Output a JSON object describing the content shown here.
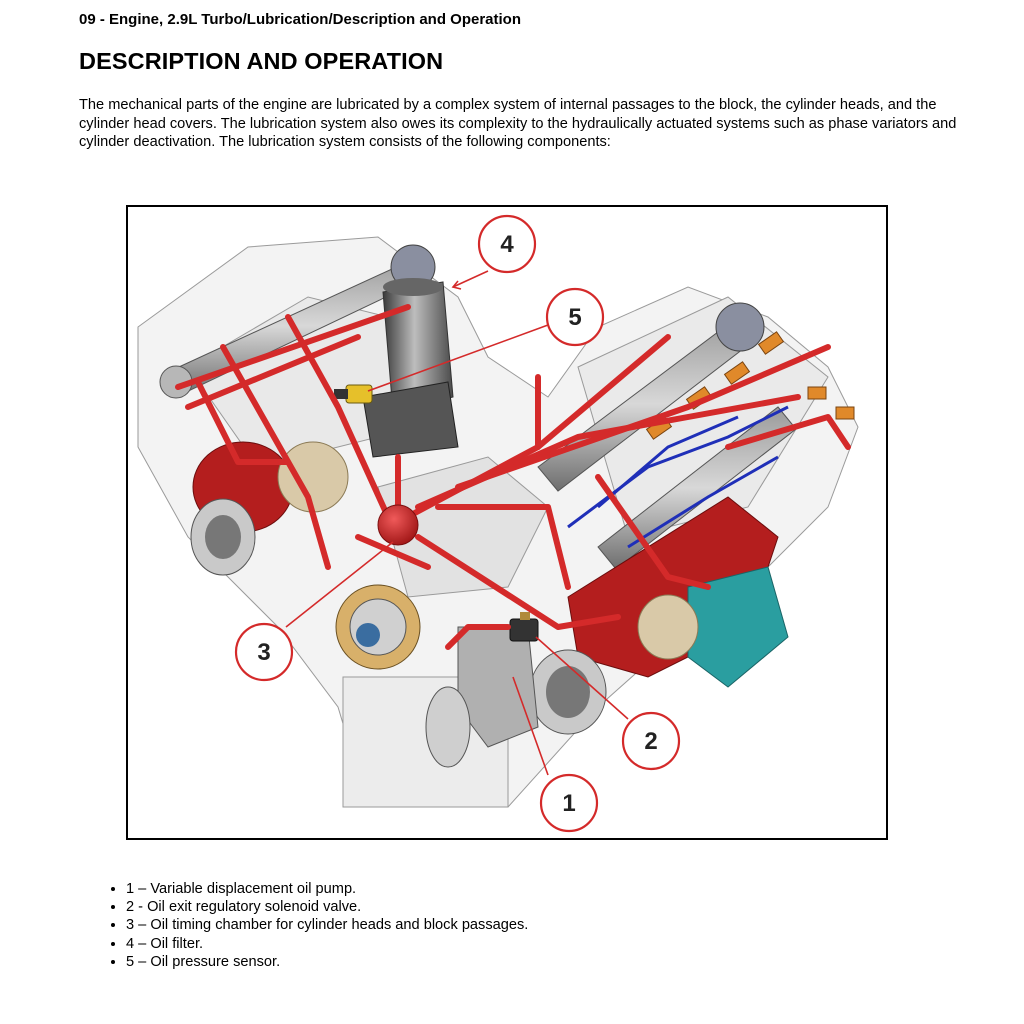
{
  "header": {
    "breadcrumb": "09 - Engine, 2.9L Turbo/Lubrication/Description and Operation",
    "title": "DESCRIPTION AND OPERATION"
  },
  "intro": {
    "text": "The mechanical parts of the engine are lubricated by a complex system of internal passages to the block, the cylinder heads, and the cylinder head covers. The lubrication system also owes its complexity to the hydraulically actuated systems such as phase variators and cylinder deactivation. The lubrication system consists of the following components:"
  },
  "figure": {
    "callouts": [
      "1",
      "2",
      "3",
      "4",
      "5"
    ],
    "colors": {
      "oil_passage": "#d42a2a",
      "callout_ring": "#d42a2a",
      "solenoid_wiring": "#1f2fb8",
      "injector": "#e0892a",
      "coolant_housing": "#2a9ea0"
    }
  },
  "components": [
    "1 – Variable displacement oil pump.",
    "2 - Oil exit regulatory solenoid valve.",
    "3 – Oil timing chamber for cylinder heads and block passages.",
    "4 – Oil filter.",
    "5 – Oil pressure sensor."
  ]
}
